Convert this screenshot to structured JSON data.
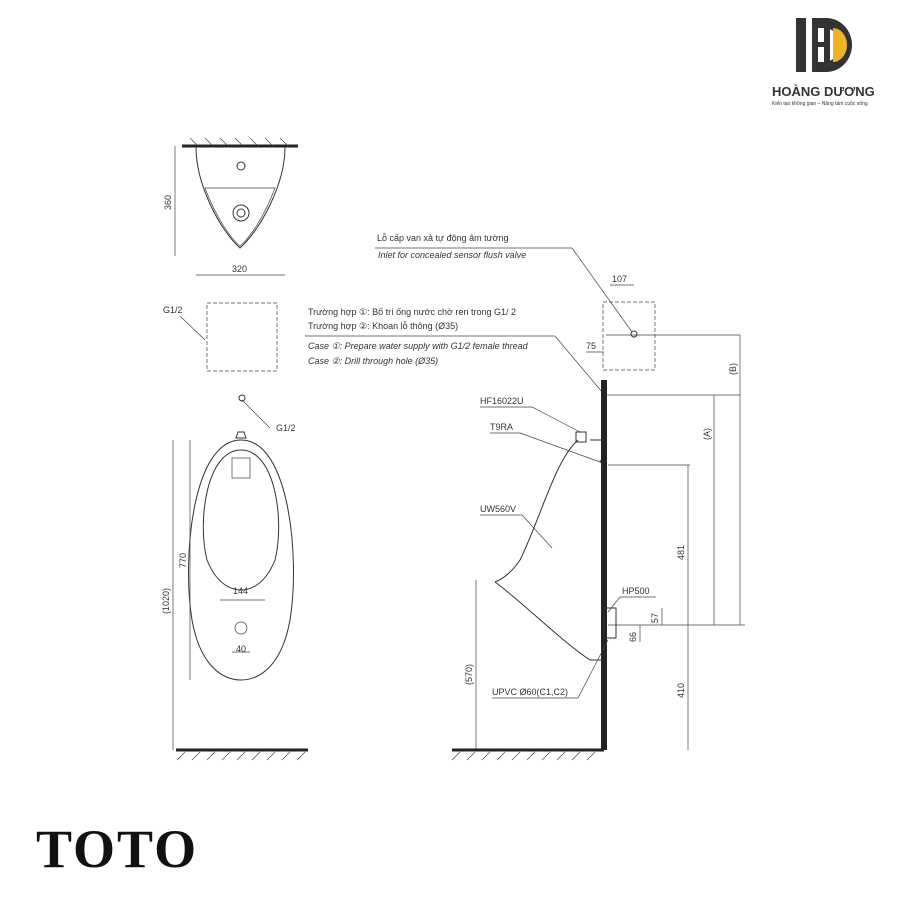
{
  "logo": {
    "name": "HOÀNG DƯƠNG",
    "tagline": "Kiến tạo không gian – Nâng tầm cuộc sống",
    "accent": "#f0b323",
    "dark": "#333333"
  },
  "brand": "TOTO",
  "top_view": {
    "depth": "360",
    "width": "320"
  },
  "front_view": {
    "inlet_label_top": "G1/2",
    "inlet_label_side": "G1/2",
    "height": "770",
    "overall_height": "(1020)",
    "spacing": "144",
    "outlet": "40"
  },
  "notes": {
    "inlet_vi": "Lỗ cấp van xả tự động âm tường",
    "inlet_en": "Inlet for concealed sensor flush valve",
    "case1_vi": "Trường hợp ①: Bố trí ống nước chờ ren trong G1/ 2",
    "case2_vi": "Trường hợp ②: Khoan lỗ thông (Ø35)",
    "case1_en": "Case ①: Prepare water supply with G1/2 female thread",
    "case2_en": "Case ②: Drill through hole (Ø35)"
  },
  "side_view": {
    "dim_107": "107",
    "dim_75": "75",
    "dim_a": "(A)",
    "dim_b": "(B)",
    "dim_481": "481",
    "dim_57": "57",
    "dim_66": "66",
    "dim_570": "(570)",
    "dim_410": "410",
    "parts": {
      "flush": "HF16022U",
      "sensor": "T9RA",
      "urinal": "UW560V",
      "trap": "HP500",
      "pipe": "UPVC Ø60(C1,C2)"
    }
  }
}
